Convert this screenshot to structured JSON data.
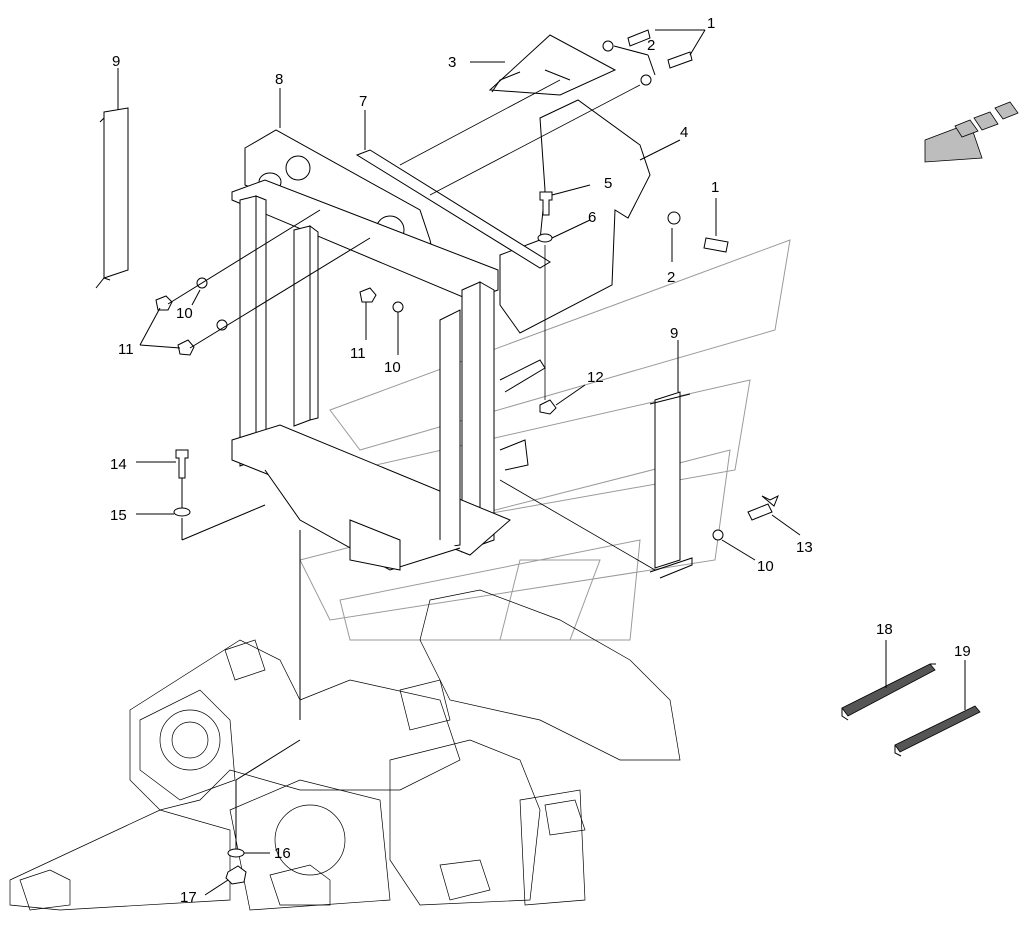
{
  "callouts": [
    {
      "id": "c1a",
      "label": "1"
    },
    {
      "id": "c2a",
      "label": "2"
    },
    {
      "id": "c3",
      "label": "3"
    },
    {
      "id": "c4",
      "label": "4"
    },
    {
      "id": "c5",
      "label": "5"
    },
    {
      "id": "c6",
      "label": "6"
    },
    {
      "id": "c1b",
      "label": "1"
    },
    {
      "id": "c2b",
      "label": "2"
    },
    {
      "id": "c7",
      "label": "7"
    },
    {
      "id": "c8",
      "label": "8"
    },
    {
      "id": "c9a",
      "label": "9"
    },
    {
      "id": "c9b",
      "label": "9"
    },
    {
      "id": "c10a",
      "label": "10"
    },
    {
      "id": "c10b",
      "label": "10"
    },
    {
      "id": "c10c",
      "label": "10"
    },
    {
      "id": "c11a",
      "label": "11"
    },
    {
      "id": "c11b",
      "label": "11"
    },
    {
      "id": "c12",
      "label": "12"
    },
    {
      "id": "c13",
      "label": "13"
    },
    {
      "id": "c14",
      "label": "14"
    },
    {
      "id": "c15",
      "label": "15"
    },
    {
      "id": "c16",
      "label": "16"
    },
    {
      "id": "c17",
      "label": "17"
    },
    {
      "id": "c18",
      "label": "18"
    },
    {
      "id": "c19",
      "label": "19"
    }
  ]
}
